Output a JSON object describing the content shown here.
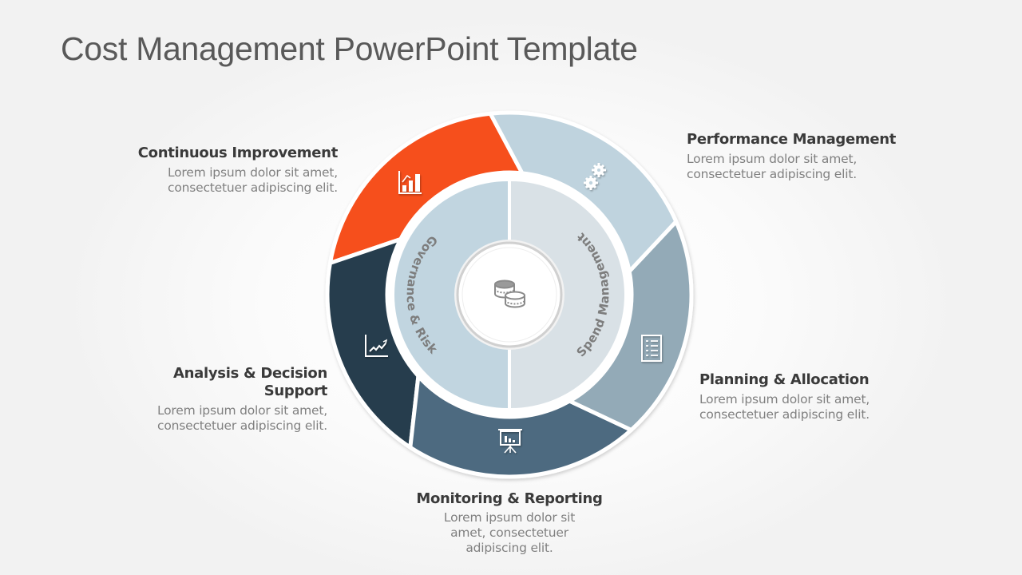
{
  "slide": {
    "title": "Cost Management PowerPoint Template"
  },
  "blocks": {
    "continuous_improvement": {
      "heading": "Continuous Improvement",
      "body": "Lorem ipsum dolor sit amet, consectetuer adipiscing elit."
    },
    "performance_management": {
      "heading": "Performance Management",
      "body": "Lorem ipsum dolor sit amet, consectetuer adipiscing elit."
    },
    "planning_allocation": {
      "heading": "Planning & Allocation",
      "body": "Lorem ipsum dolor sit amet, consectetuer adipiscing elit."
    },
    "monitoring_reporting": {
      "heading": "Monitoring & Reporting",
      "body": "Lorem ipsum dolor sit amet, consectetuer adipiscing elit."
    },
    "analysis_decision": {
      "heading_line1": "Analysis & Decision",
      "heading_line2": "Support",
      "body": "Lorem ipsum dolor sit amet, consectetuer adipiscing elit."
    }
  },
  "diagram": {
    "segments": [
      {
        "name": "continuous-improvement",
        "color": "#f64f1c",
        "icon": "bar-chart-growth-icon"
      },
      {
        "name": "analysis-decision-support",
        "color": "#253e4e",
        "icon": "line-chart-trend-icon"
      },
      {
        "name": "monitoring-reporting",
        "color": "#4e6a80",
        "icon": "presentation-board-icon"
      },
      {
        "name": "planning-allocation",
        "color": "#93aab7",
        "icon": "checklist-document-icon"
      },
      {
        "name": "performance-management",
        "color": "#bfd3de",
        "icon": "gears-icon"
      }
    ],
    "inner": {
      "left_label": "Governance & Risk",
      "left_color": "#c1d5e0",
      "right_label": "Spend Management",
      "right_color": "#d9e1e6"
    },
    "center_icon": "coins-icon"
  }
}
